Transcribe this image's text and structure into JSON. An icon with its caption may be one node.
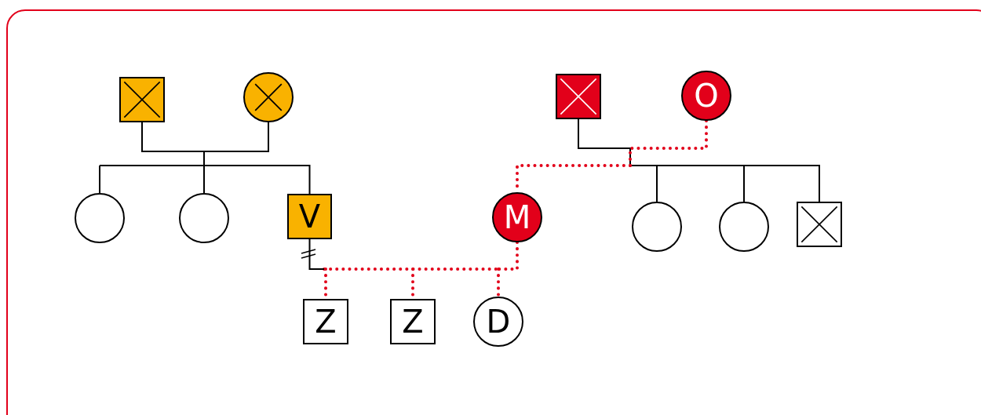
{
  "diagram": {
    "nodes": [
      {
        "text": [],
        "shape": "box"
      },
      {
        "text": [],
        "shape": "circle"
      },
      {
        "text": [],
        "shape": "box"
      },
      {
        "text": [
          "O"
        ]
      },
      {
        "text": [],
        "shape": "bar"
      },
      {
        "text": [],
        "shape": "bar"
      },
      {
        "text": [],
        "shape": "circle"
      },
      {
        "text": [],
        "shape": "circle"
      },
      {
        "text": [
          "V"
        ]
      },
      {
        "text": [
          "M"
        ]
      },
      {
        "text": [],
        "shape": "circle"
      },
      {
        "text": [],
        "shape": "circle"
      },
      {
        "text": [],
        "shape": "box"
      },
      {
        "text": [],
        "shape": "bar"
      },
      {
        "text": [
          "Z"
        ]
      },
      {
        "text": [
          "Z"
        ]
      },
      {
        "text": [
          "D"
        ]
      }
    ],
    "edges": [
      {
        "from": 0,
        "to": 4,
        "arrow": "none"
      },
      {
        "from": 1,
        "to": 4,
        "arrow": "none"
      },
      {
        "from": 4,
        "to": 6,
        "arrow": "none"
      },
      {
        "from": 4,
        "to": 7,
        "arrow": "none"
      },
      {
        "from": 4,
        "to": 8,
        "arrow": "none"
      },
      {
        "from": 2,
        "to": 5,
        "arrow": "none"
      },
      {
        "from": 3,
        "to": 5,
        "arrow": "none",
        "style": "dashed",
        "color": "#e2001a"
      },
      {
        "from": 5,
        "to": 9,
        "arrow": "none",
        "style": "dashed",
        "color": "#e2001a"
      },
      {
        "from": 5,
        "to": 10,
        "arrow": "none"
      },
      {
        "from": 5,
        "to": 11,
        "arrow": "none"
      },
      {
        "from": 5,
        "to": 12,
        "arrow": "none"
      },
      {
        "from": 8,
        "to": 13,
        "arrow": "none"
      },
      {
        "from": 9,
        "to": 13,
        "arrow": "none",
        "style": "dashed",
        "color": "#e2001a"
      },
      {
        "from": 13,
        "to": 14,
        "arrow": "none",
        "style": "dashed",
        "color": "#e2001a"
      },
      {
        "from": 13,
        "to": 15,
        "arrow": "none",
        "style": "dashed",
        "color": "#e2001a"
      },
      {
        "from": 13,
        "to": 16,
        "arrow": "none",
        "style": "dashed",
        "color": "#e2001a"
      }
    ]
  }
}
